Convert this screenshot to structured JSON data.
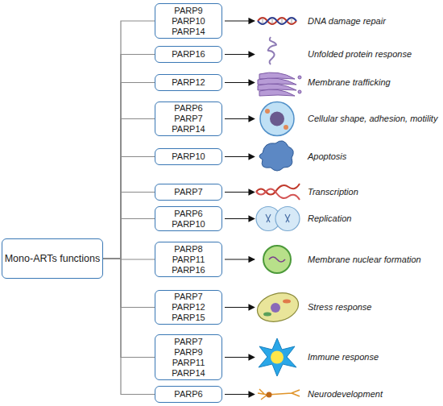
{
  "diagram": {
    "nodes": [
      {
        "text": [
          "Mono-ARTs functions"
        ]
      },
      {
        "text": [
          "PARP9",
          "PARP10",
          "PARP14"
        ]
      },
      {
        "text": [
          "PARP16"
        ]
      },
      {
        "text": [
          "PARP12"
        ]
      },
      {
        "text": [
          "PARP6",
          "PARP7",
          "PARP14"
        ]
      },
      {
        "text": [
          "PARP10"
        ]
      },
      {
        "text": [
          "PARP7"
        ]
      },
      {
        "text": [
          "PARP6",
          "PARP10"
        ]
      },
      {
        "text": [
          "PARP8",
          "PARP11",
          "PARP16"
        ]
      },
      {
        "text": [
          "PARP7",
          "PARP12",
          "PARP15"
        ]
      },
      {
        "text": [
          "PARP7",
          "PARP9",
          "PARP11",
          "PARP14"
        ]
      },
      {
        "text": [
          "PARP6"
        ]
      }
    ],
    "edges": [
      {
        "from": 0,
        "to": 1,
        "arrow": "none"
      },
      {
        "from": 0,
        "to": 2,
        "arrow": "none"
      },
      {
        "from": 0,
        "to": 3,
        "arrow": "none"
      },
      {
        "from": 0,
        "to": 4,
        "arrow": "none"
      },
      {
        "from": 0,
        "to": 5,
        "arrow": "none"
      },
      {
        "from": 0,
        "to": 6,
        "arrow": "none"
      },
      {
        "from": 0,
        "to": 7,
        "arrow": "none"
      },
      {
        "from": 0,
        "to": 8,
        "arrow": "none"
      },
      {
        "from": 0,
        "to": 9,
        "arrow": "none"
      },
      {
        "from": 0,
        "to": 10,
        "arrow": "none"
      },
      {
        "from": 0,
        "to": 11,
        "arrow": "none"
      }
    ],
    "labels": [
      "DNA damage repair",
      "Unfolded protein response",
      "Membrane trafficking",
      "Cellular shape, adhesion, motility",
      "Apoptosis",
      "Transcription",
      "Replication",
      "Membrane nuclear formation",
      "Stress response",
      "Immune response",
      "Neurodevelopment"
    ]
  }
}
